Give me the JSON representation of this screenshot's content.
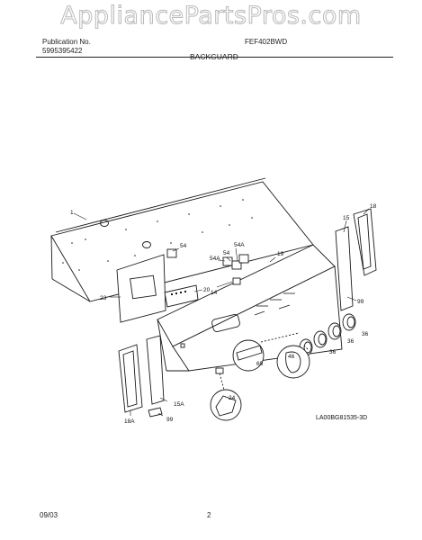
{
  "watermark": "AppliancePartsPros.com",
  "header": {
    "publication_label": "Publication No.",
    "publication_no": "5995395422",
    "model": "FEF402BWD",
    "section": "BACKGUARD"
  },
  "footer": {
    "date": "09/03",
    "page": "2"
  },
  "diagram": {
    "code": "LA00BG81535-3D",
    "callouts": {
      "c1": "1",
      "c54a": "54",
      "c54b": "54A",
      "c54c": "54",
      "c54d": "54A",
      "c19": "19",
      "c15": "15",
      "c18": "18",
      "c23": "23",
      "c20": "20",
      "c14": "14",
      "c99a": "99",
      "c36a": "36",
      "c36b": "36",
      "c36c": "36",
      "c69": "69",
      "c46": "46",
      "c24": "24",
      "c15a": "15A",
      "c99b": "99",
      "c18a": "18A"
    }
  }
}
